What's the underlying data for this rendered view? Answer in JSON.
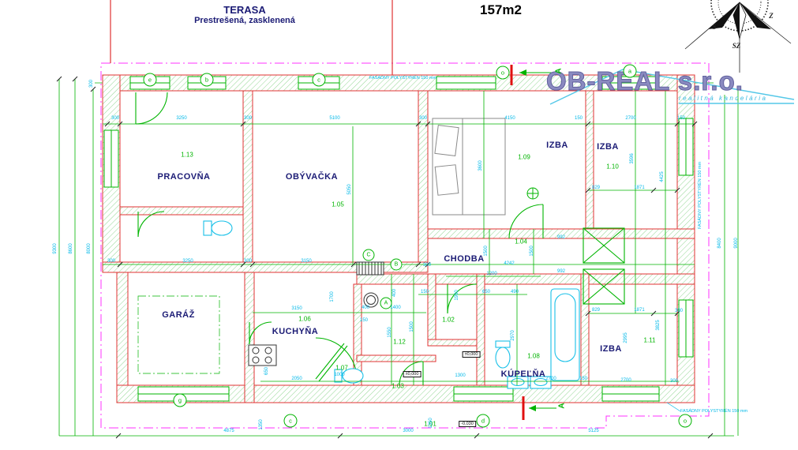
{
  "header": {
    "terrace_title": "TERASA",
    "terrace_subtitle": "Prestrešená, zasklenená",
    "area_label": "157m2"
  },
  "logo": {
    "company": "OB-REAL s.r.o.",
    "tagline": "realitná kancelária"
  },
  "compass": {
    "n": "S",
    "nw": "SZ",
    "w": "Z"
  },
  "notes": {
    "insulation": "FASÁDNY POLYSTYRÉN 150 mm"
  },
  "levels": {
    "zero": "±0,000",
    "zero2": "±0,000",
    "minus": "-0,030"
  },
  "rooms": {
    "pracovna": {
      "no": "1.13",
      "name": "PRACOVŇA"
    },
    "obyvacka": {
      "no": "1.05",
      "name": "OBÝVAČKA"
    },
    "izba1": {
      "no": "1.09",
      "name": "IZBA"
    },
    "izba2": {
      "no": "1.10",
      "name": "IZBA"
    },
    "chodba": {
      "no": "1.04",
      "name": "CHODBA"
    },
    "garaz": {
      "name": "GARÁŽ"
    },
    "kuchyna": {
      "no": "1.06",
      "name": "KUCHYŇA"
    },
    "kupelna": {
      "no": "1.08",
      "name": "KÚPEĽŇA"
    },
    "izba3": {
      "no": "1.11",
      "name": "IZBA"
    },
    "r107": {
      "no": "1.07"
    },
    "r112": {
      "no": "1.12"
    },
    "r102": {
      "no": "1.02"
    },
    "r103": {
      "no": "1.03"
    },
    "r101": {
      "no": "1.01"
    }
  },
  "grid": {
    "top": [
      "e",
      "b",
      "c",
      "o",
      "a"
    ],
    "bottom": [
      "c",
      "d",
      "o"
    ],
    "left": [
      "g"
    ],
    "callouts": [
      "C",
      "B",
      "A"
    ]
  },
  "section": {
    "label": "A"
  },
  "dims": [
    "300",
    "3250",
    "300",
    "5100",
    "300",
    "4150",
    "150",
    "2700",
    "150",
    "300",
    "3250",
    "300",
    "3150",
    "4242",
    "1200",
    "992",
    "300",
    "829",
    "1871",
    "829",
    "1871",
    "300",
    "3150",
    "400",
    "1400",
    "150",
    "150",
    "650",
    "490",
    "2050",
    "1000",
    "1300",
    "2700",
    "150",
    "2700",
    "300",
    "4875",
    "3000",
    "5125",
    "9300",
    "8600",
    "8000",
    "8400",
    "9000",
    "5050",
    "3600",
    "3596",
    "4425",
    "2995",
    "3825",
    "2970",
    "1550",
    "1500",
    "1950",
    "1500",
    "1500",
    "1350",
    "1350",
    "1700",
    "400",
    "650",
    "300",
    "992"
  ],
  "colors": {
    "wall": "#e03333",
    "dimension": "#00b400",
    "text_cyan": "#00b8e8",
    "insulation_boundary": "#ff30ff",
    "room_label": "#1b1b75",
    "logo": "#8a8ac0"
  }
}
